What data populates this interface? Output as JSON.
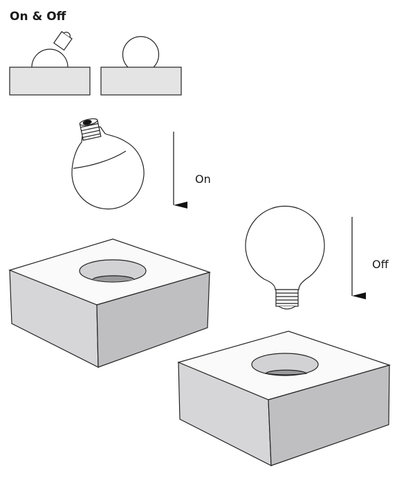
{
  "title": "On & Off",
  "labels": {
    "on": "On",
    "off": "Off"
  },
  "colors": {
    "box_top": "#fafafa",
    "box_left": "#d6d6d8",
    "box_right": "#bfbfc2",
    "hole": "#d2d2d4",
    "hole_inner": "#9a9a9c",
    "panel": "#e4e4e4",
    "stroke": "#222222"
  }
}
